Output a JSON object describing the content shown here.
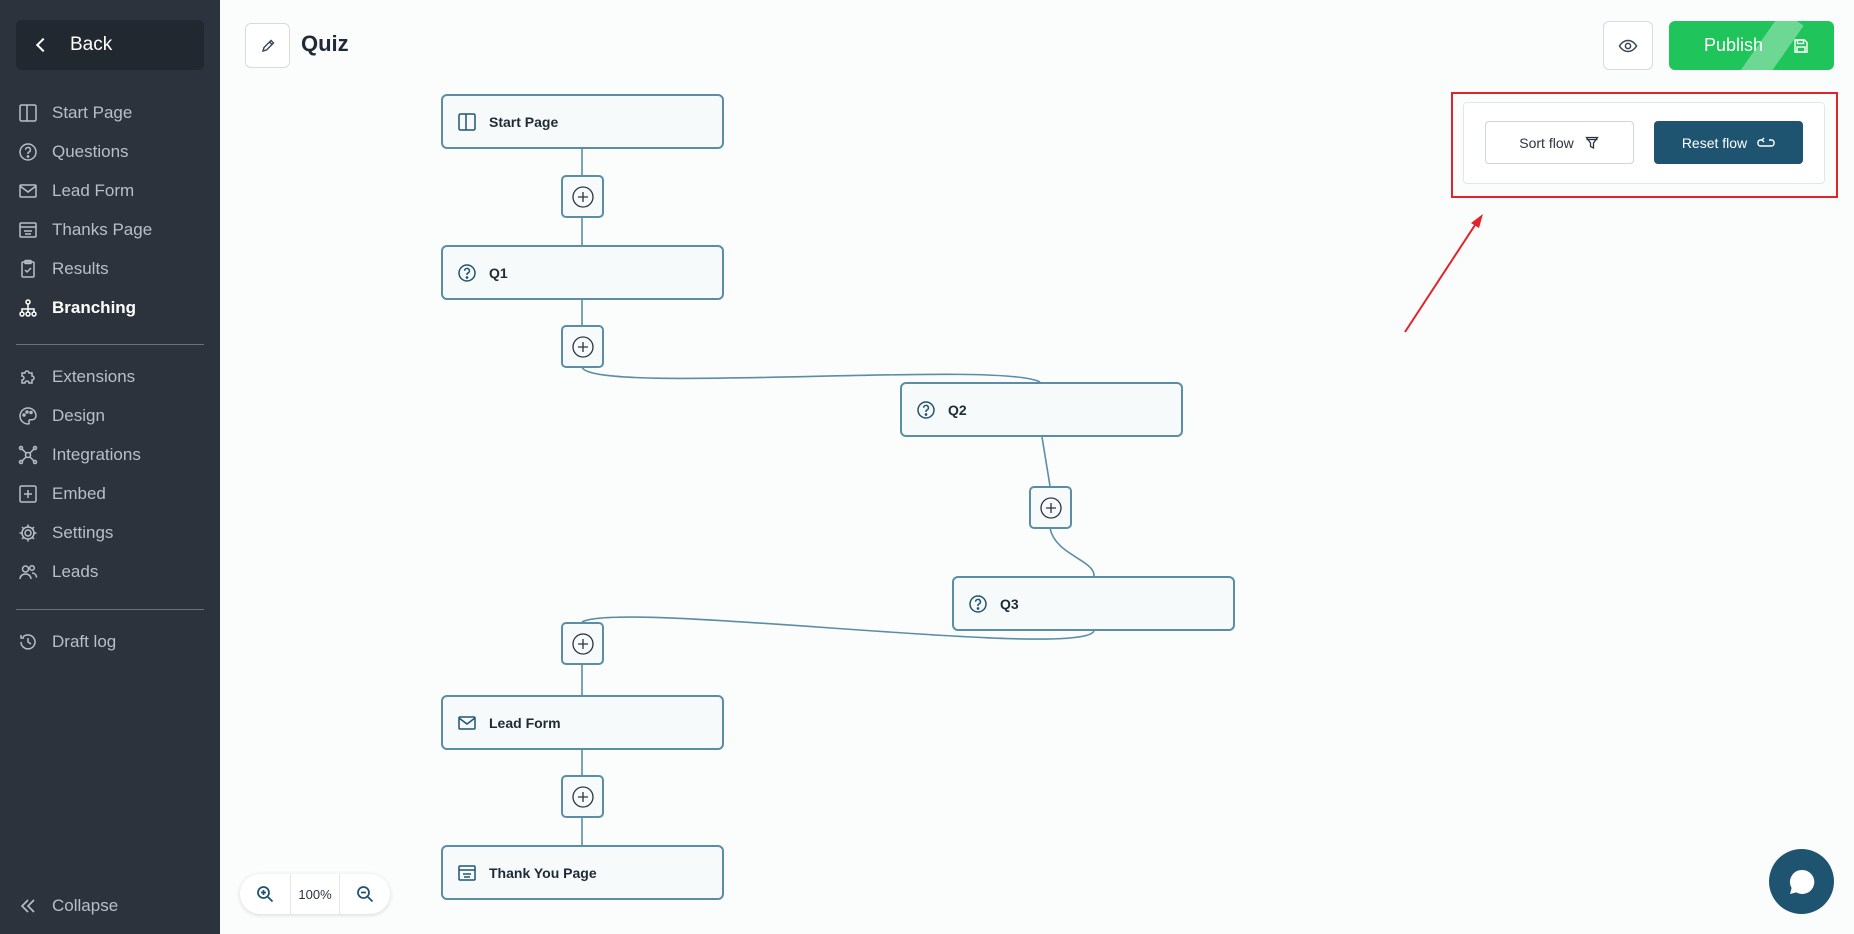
{
  "sidebar": {
    "back_label": "Back",
    "items": [
      {
        "label": "Start Page",
        "icon": "layout-icon"
      },
      {
        "label": "Questions",
        "icon": "question-circle-icon"
      },
      {
        "label": "Lead Form",
        "icon": "envelope-icon"
      },
      {
        "label": "Thanks Page",
        "icon": "thanks-page-icon"
      },
      {
        "label": "Results",
        "icon": "clipboard-icon"
      },
      {
        "label": "Branching",
        "icon": "branching-icon",
        "active": true
      }
    ],
    "items2": [
      {
        "label": "Extensions",
        "icon": "puzzle-icon"
      },
      {
        "label": "Design",
        "icon": "palette-icon"
      },
      {
        "label": "Integrations",
        "icon": "integrations-icon"
      },
      {
        "label": "Embed",
        "icon": "embed-icon"
      },
      {
        "label": "Settings",
        "icon": "gear-icon"
      },
      {
        "label": "Leads",
        "icon": "users-icon"
      }
    ],
    "items3": [
      {
        "label": "Draft log",
        "icon": "history-icon"
      }
    ],
    "collapse_label": "Collapse"
  },
  "header": {
    "title": "Quiz",
    "publish_label": "Publish"
  },
  "flow_panel": {
    "sort_label": "Sort flow",
    "reset_label": "Reset flow"
  },
  "nodes": {
    "start": "Start Page",
    "q1": "Q1",
    "q2": "Q2",
    "q3": "Q3",
    "lead": "Lead Form",
    "thanks": "Thank You Page"
  },
  "zoom": {
    "value": "100%"
  },
  "colors": {
    "accent": "#1f5470",
    "publish": "#1fc45a",
    "sidebar": "#2c333d",
    "edge": "#5b8ea6",
    "annotation": "#e0242a"
  }
}
